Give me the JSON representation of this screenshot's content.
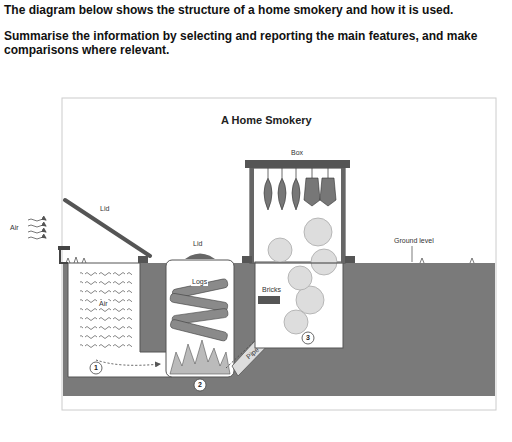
{
  "diagram": {
    "title": "A Home Smokery",
    "labels": [
      "The diagram below shows the structure of a home smokery and how it is used.",
      "Summarise the information by selecting and reporting the main features, and make comparisons where relevant.",
      "Air",
      "Lid",
      "Air",
      "Lid",
      "Logs",
      "Pipe",
      "Bricks",
      "Box",
      "Ground level",
      "1",
      "2",
      "3"
    ]
  }
}
